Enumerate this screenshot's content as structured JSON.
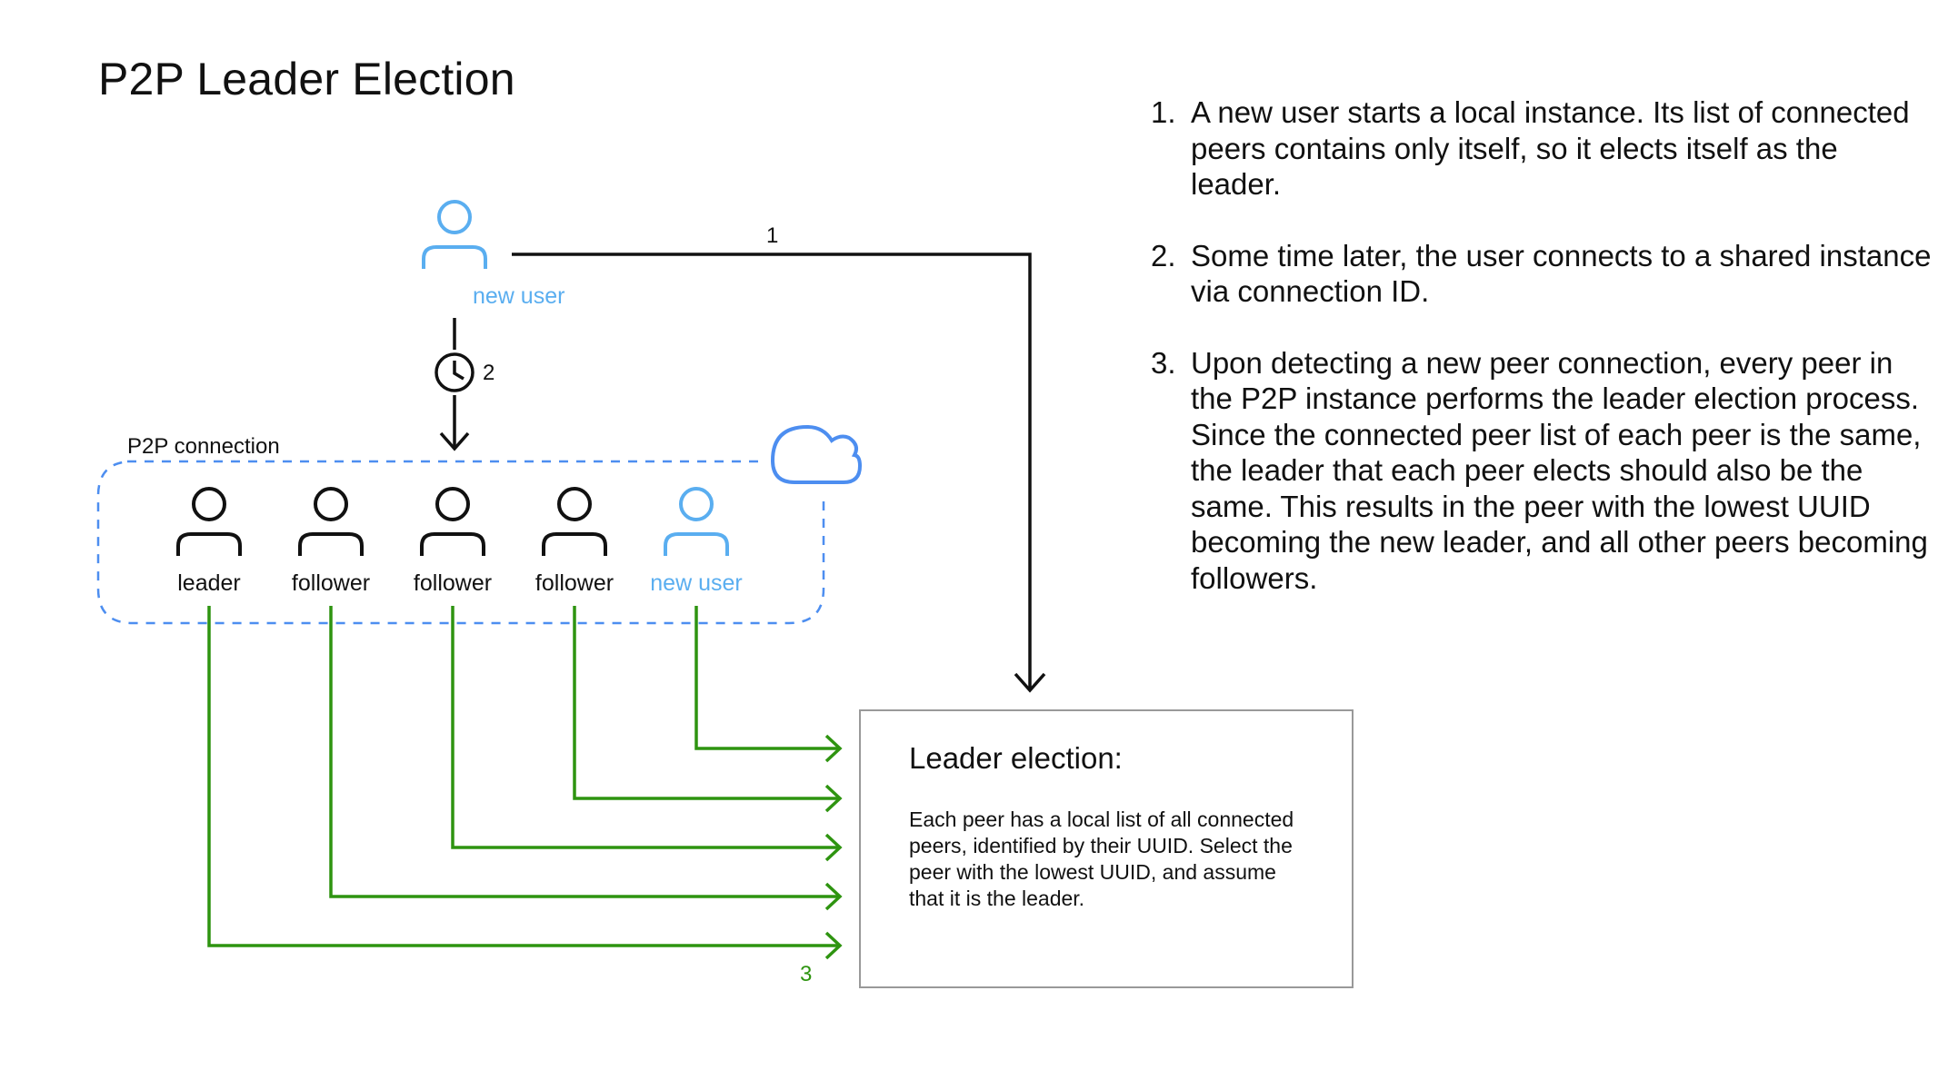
{
  "title": "P2P Leader Election",
  "colors": {
    "black": "#111111",
    "blue_user": "#5aaef0",
    "blue_dash": "#4d8ef0",
    "green": "#2e9410",
    "box_border": "#999999"
  },
  "new_user_top": {
    "label": "new user",
    "icon": "user-icon"
  },
  "step_labels": {
    "arrow1": "1",
    "arrow2": "2",
    "arrow3": "3"
  },
  "clock": {
    "icon": "clock-icon"
  },
  "cloud": {
    "icon": "cloud-icon"
  },
  "group": {
    "label": "P2P connection",
    "users": [
      {
        "label": "leader",
        "highlight": false,
        "icon": "user-icon"
      },
      {
        "label": "follower",
        "highlight": false,
        "icon": "user-icon"
      },
      {
        "label": "follower",
        "highlight": false,
        "icon": "user-icon"
      },
      {
        "label": "follower",
        "highlight": false,
        "icon": "user-icon"
      },
      {
        "label": "new user",
        "highlight": true,
        "icon": "user-icon"
      }
    ]
  },
  "box": {
    "title": "Leader election:",
    "text": "Each peer has a local list of all connected peers, identified by their UUID. Select the peer with the lowest UUID, and assume that it is the leader."
  },
  "steps": [
    {
      "num": "1.",
      "text": "A new user starts a local instance. Its list of connected peers contains only itself, so it elects itself as the leader."
    },
    {
      "num": "2.",
      "text": "Some time later, the user connects to a shared instance via connection ID."
    },
    {
      "num": "3.",
      "text": "Upon detecting a new peer connection, every peer in the P2P instance performs the leader election process. Since the connected peer list of each peer is the same, the leader that each peer elects should also be the same. This results in the peer with the lowest UUID becoming the new leader, and all other peers becoming followers."
    }
  ]
}
